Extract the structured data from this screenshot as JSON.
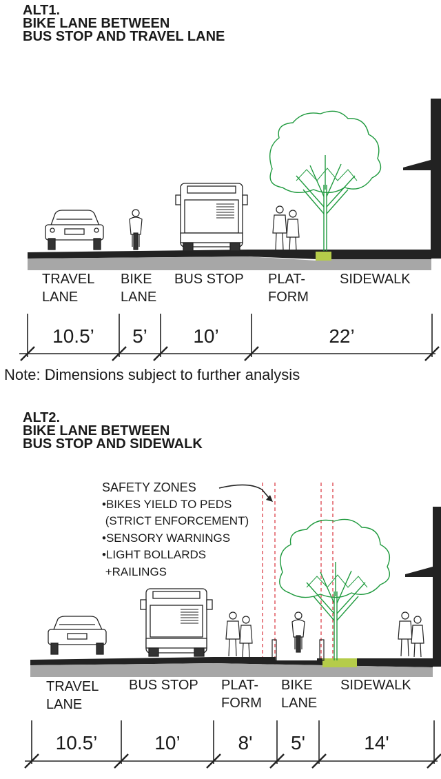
{
  "alt1": {
    "title": [
      "ALT1.",
      "BIKE LANE BETWEEN",
      "BUS STOP AND TRAVEL LANE"
    ],
    "labels": [
      [
        "TRAVEL",
        "LANE"
      ],
      [
        "BIKE",
        "LANE"
      ],
      [
        "BUS STOP"
      ],
      [
        "PLAT-",
        "FORM"
      ],
      [
        "SIDEWALK"
      ]
    ],
    "dimensions": [
      "10.5’",
      "5’",
      "10’",
      "22’"
    ]
  },
  "note": "Note: Dimensions subject to further analysis",
  "alt2": {
    "title": [
      "ALT2.",
      "BIKE LANE BETWEEN",
      "BUS STOP AND SIDEWALK"
    ],
    "safety": {
      "heading": "SAFETY ZONES",
      "items": [
        "•BIKES YIELD TO PEDS",
        " (STRICT ENFORCEMENT)",
        "•SENSORY WARNINGS",
        "•LIGHT BOLLARDS",
        " +RAILINGS"
      ]
    },
    "labels": [
      [
        "TRAVEL",
        "LANE"
      ],
      [
        "BUS STOP"
      ],
      [
        "PLAT-",
        "FORM"
      ],
      [
        "BIKE",
        "LANE"
      ],
      [
        "SIDEWALK"
      ]
    ],
    "dimensions": [
      "10.5’",
      "10’",
      "8'",
      "5'",
      "14'"
    ]
  },
  "colors": {
    "ground": "#222222",
    "curb_gray": "#a7a7a7",
    "tree": "#1f9a3e",
    "planter": "#b5cc4a",
    "safety_line": "#d9303a"
  }
}
